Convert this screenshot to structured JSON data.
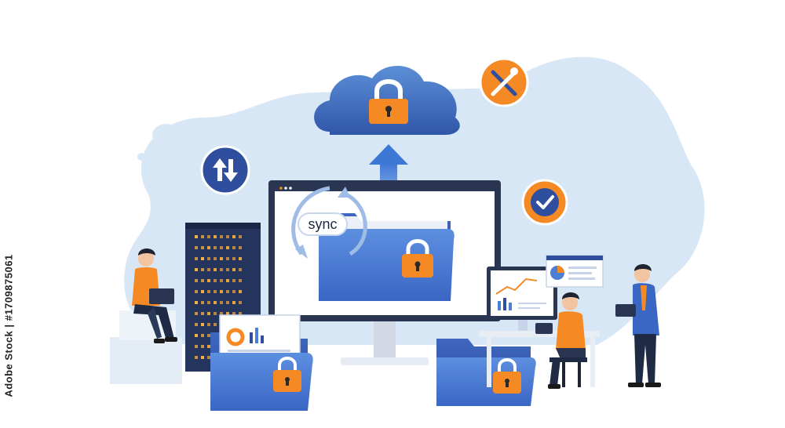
{
  "illustration": {
    "sync_label": "sync",
    "subject": "cloud data security"
  },
  "watermark": {
    "stock_id": "Adobe Stock | #1709875061"
  },
  "icons": {
    "transfer": "up-down-arrows-icon",
    "tools": "wrench-screwdriver-icon",
    "approved": "checkmark-icon",
    "lock": "padlock-icon",
    "cloud": "cloud-icon"
  },
  "colors": {
    "blob": "#d8e7f5",
    "blue_dark": "#2f4f9e",
    "blue_mid": "#4a7fd4",
    "orange": "#f58a24",
    "server": "#24345c",
    "skin": "#f2c4a0",
    "hair": "#1f2430"
  }
}
